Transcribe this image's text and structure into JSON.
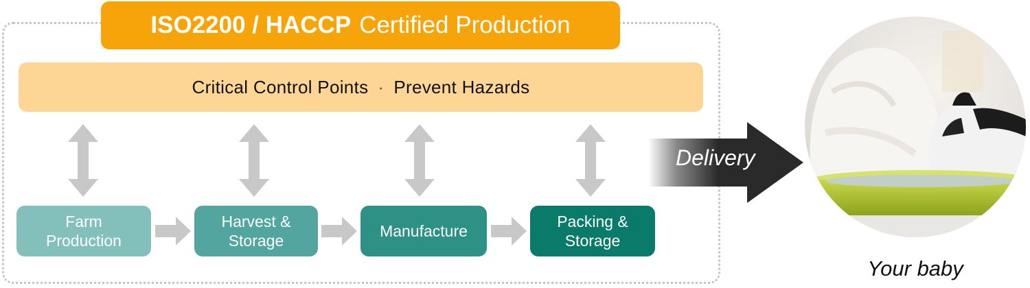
{
  "title": {
    "bold_part": "ISO2200 / HACCP",
    "normal_part": "Certified Production"
  },
  "control_bar": {
    "left": "Critical Control Points",
    "separator": "·",
    "right": "Prevent Hazards"
  },
  "stages": [
    {
      "label": "Farm\nProduction",
      "color": "#84c0bb"
    },
    {
      "label": "Harvest &\nStorage",
      "color": "#52a69f"
    },
    {
      "label": "Manufacture",
      "color": "#2e9185"
    },
    {
      "label": "Packing &\nStorage",
      "color": "#0a7a6b"
    }
  ],
  "delivery": {
    "label": "Delivery"
  },
  "destination": {
    "caption": "Your baby",
    "image": "white dog and black-and-white cat eating from a lime green pet bowl"
  },
  "colors": {
    "title_banner": "#f7a40a",
    "control_bar": "#fdd696",
    "arrow_gray": "#c8c8c8",
    "frame_dotted": "#c4c4c4",
    "delivery_arrow": "#2a2a2a"
  },
  "icons": {
    "vertical_arrows": "double-headed-arrow-icon",
    "flow_arrows": "right-arrow-icon"
  }
}
